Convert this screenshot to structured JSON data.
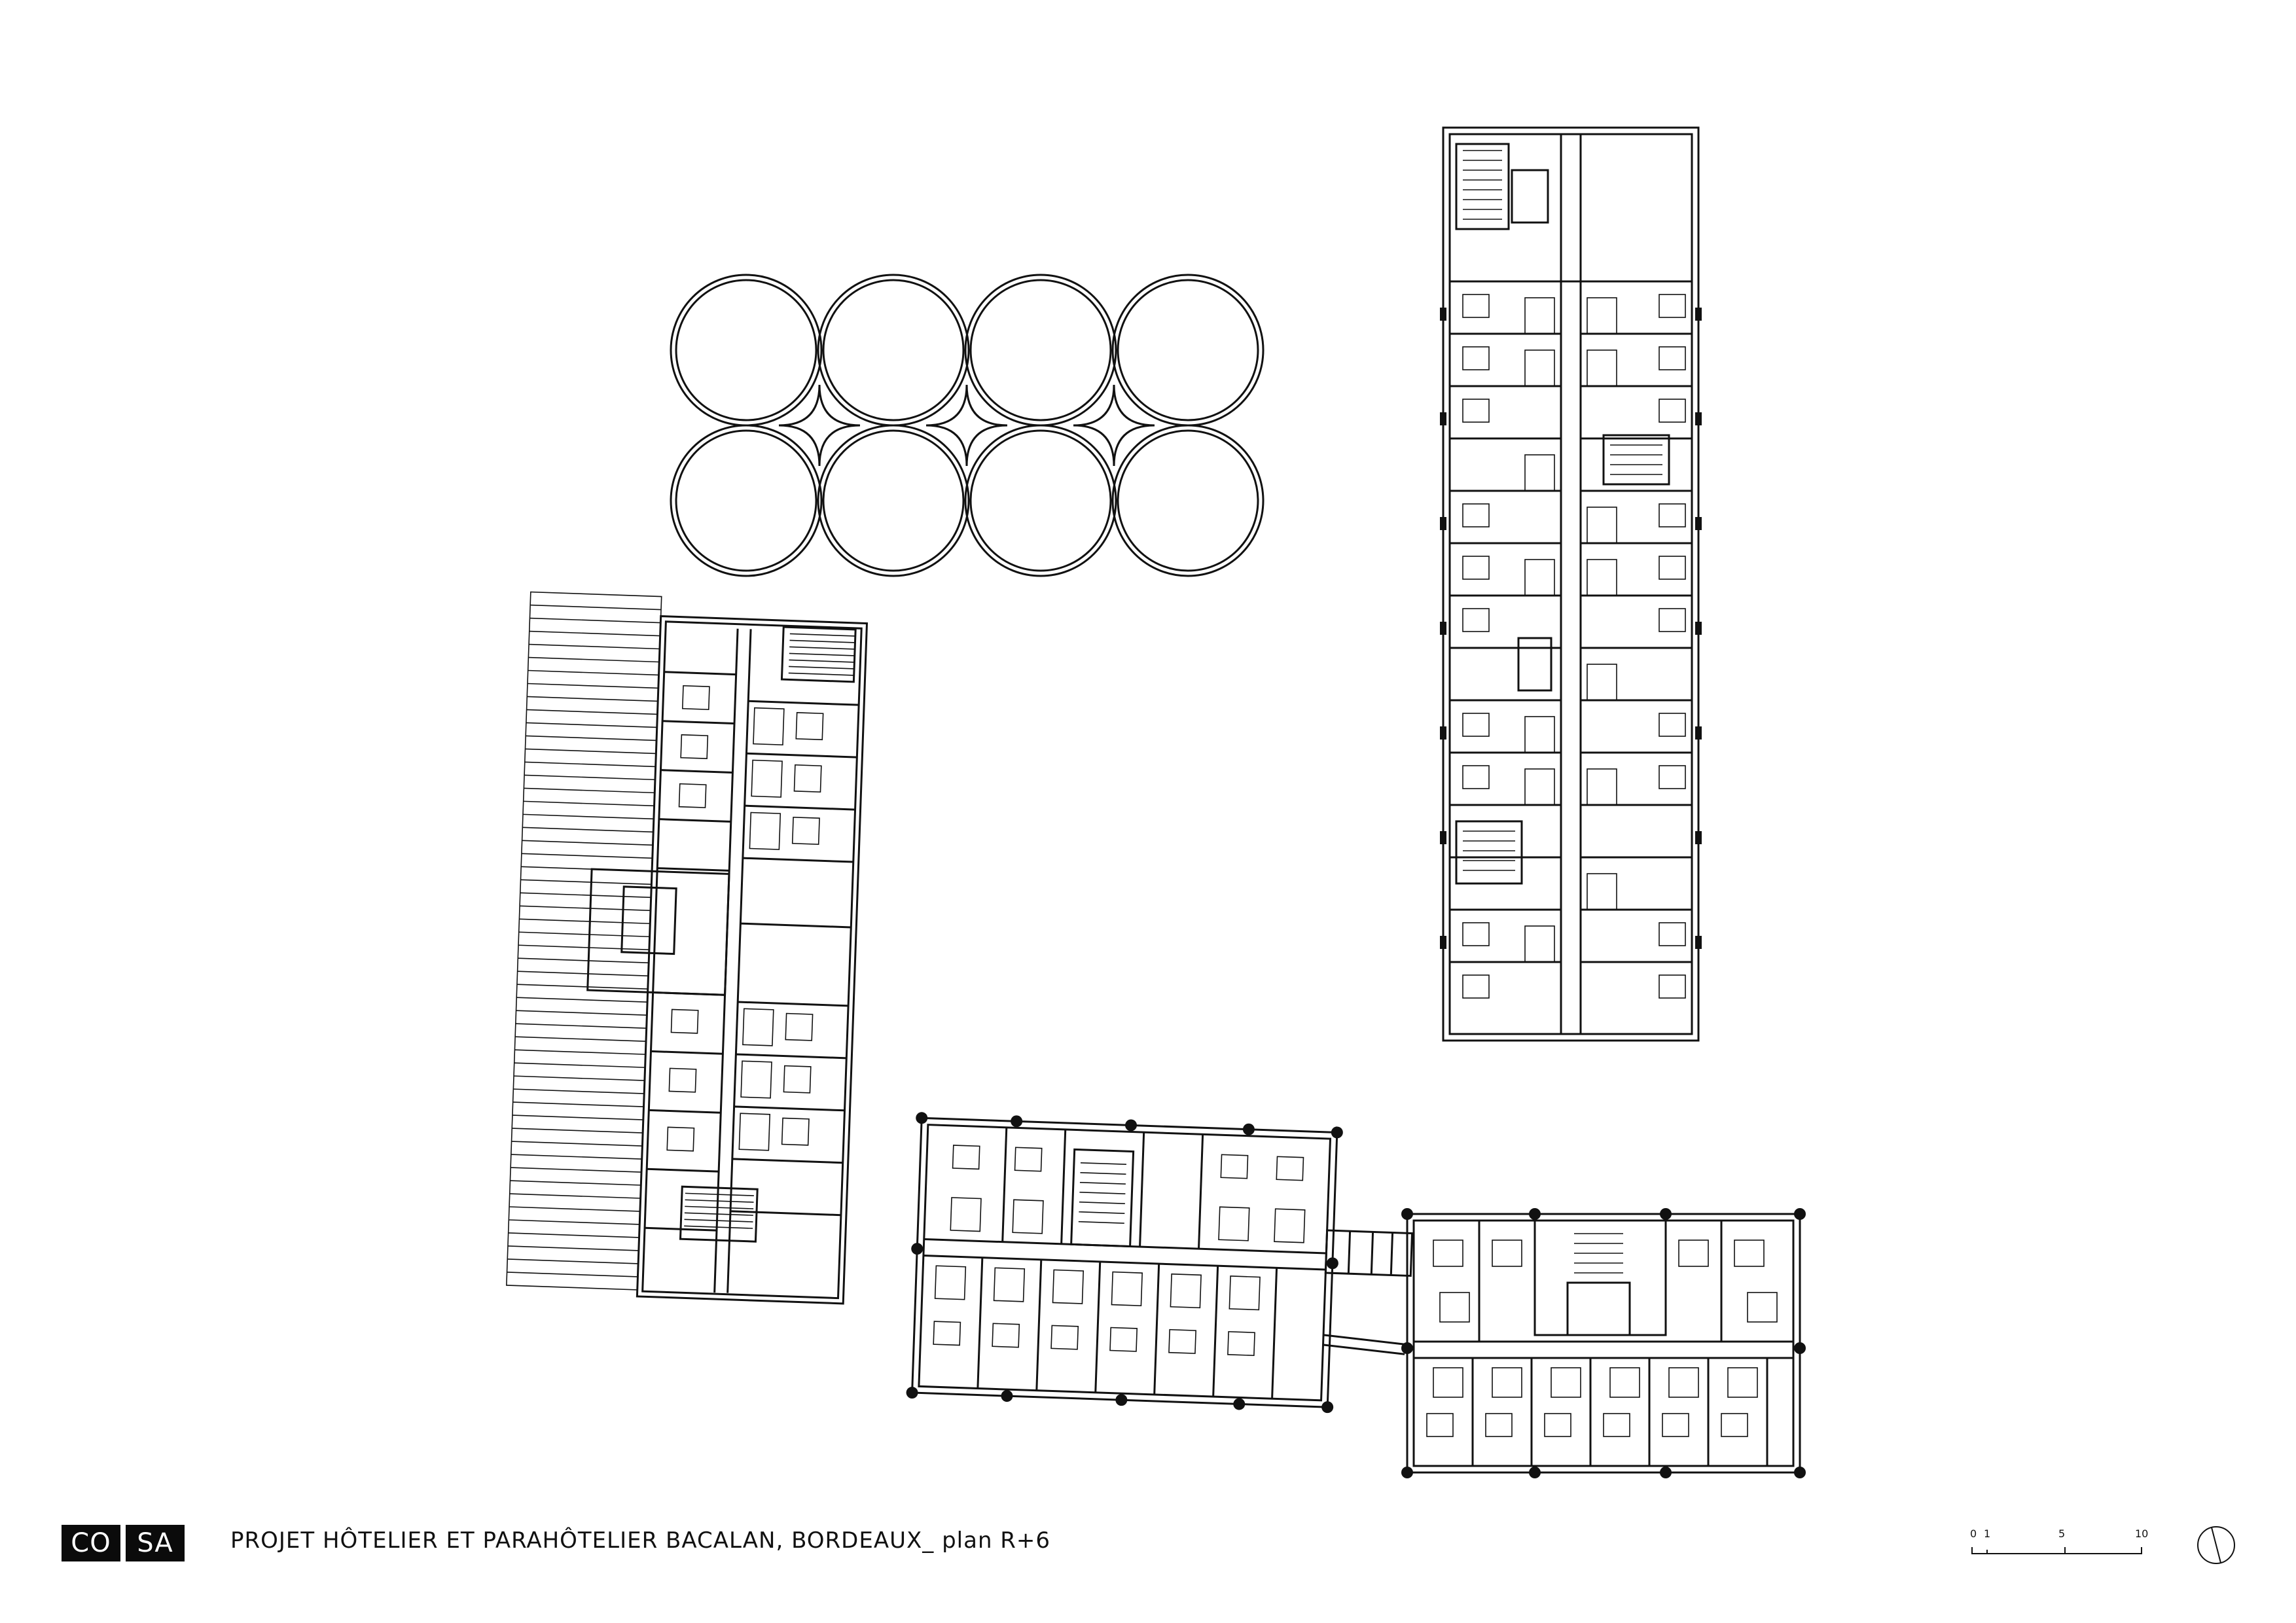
{
  "logo": {
    "left": "CO",
    "right": "SA"
  },
  "title": "PROJET HÔTELIER ET PARAHÔTELIER BACALAN, BORDEAUX_ plan R+6",
  "scale_bar": {
    "labels": [
      "0",
      "1",
      "5",
      "10"
    ]
  },
  "icons": {
    "north": "north-arrow-icon"
  }
}
